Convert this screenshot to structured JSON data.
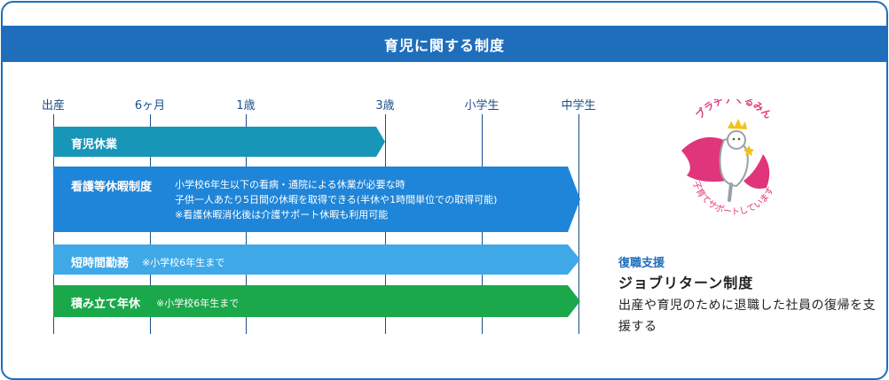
{
  "header": {
    "title": "育児に関する制度"
  },
  "timeline": {
    "ticks": [
      "出産",
      "6ヶ月",
      "1歳",
      "3歳",
      "小学生",
      "中学生"
    ]
  },
  "bars": {
    "parental_leave": {
      "title": "育児休業"
    },
    "nursing_leave": {
      "title": "看護等休暇制度",
      "notes": [
        "小学校6年生以下の看病・通院による休業が必要な時",
        "子供一人あたり5日間の休暇を取得できる(半休や1時間単位での取得可能)",
        "※看護休暇消化後は介護サポート休暇も利用可能"
      ]
    },
    "short_hours": {
      "title": "短時間勤務",
      "note": "※小学校6年生まで"
    },
    "accumulated_leave": {
      "title": "積み立て年休",
      "note": "※小学校6年生まで"
    }
  },
  "logo": {
    "top_text": "プラチナくるみん",
    "bottom_text": "子育てサポートしています"
  },
  "support": {
    "category": "復職支援",
    "title": "ジョブリターン制度",
    "description": "出産や育児のために退職した社員の復帰を支援する"
  },
  "colors": {
    "accent": "#1f6ebc",
    "parental_leave": "#1796b8",
    "nursing_leave": "#1f85d8",
    "short_hours": "#3fa9e8",
    "accumulated_leave": "#1aa84a",
    "logo_pink": "#e0357a"
  }
}
